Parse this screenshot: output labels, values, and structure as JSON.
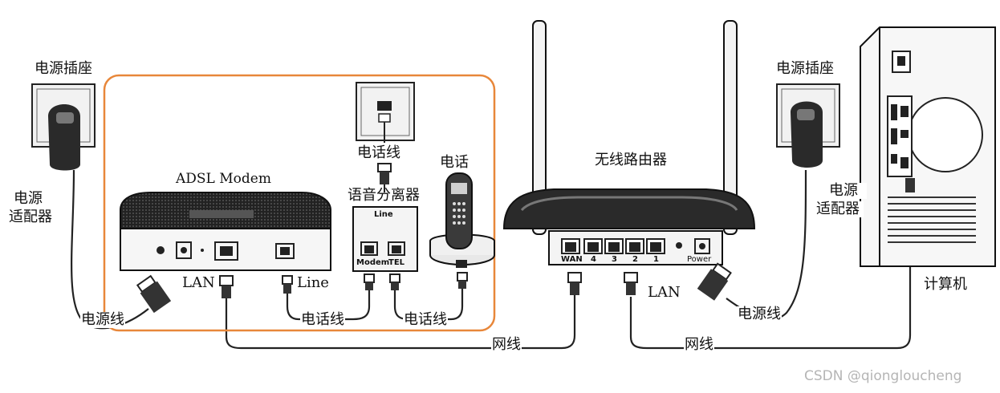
{
  "labels": {
    "power_socket_left": "电源插座",
    "power_adapter_left_1": "电源",
    "power_adapter_left_2": "适配器",
    "power_cord_left": "电源线",
    "modem_title": "ADSL Modem",
    "modem_lan": "LAN",
    "modem_line": "Line",
    "wall_phone_line": "电话线",
    "splitter_title": "语音分离器",
    "splitter_line_port": "Line",
    "splitter_modem_port": "Modem",
    "splitter_tel_port": "TEL",
    "phone_title": "电话",
    "phone_line_modem": "电话线",
    "phone_line_tel": "电话线",
    "router_title": "无线路由器",
    "router_wan": "WAN",
    "router_port_4": "4",
    "router_port_3": "3",
    "router_port_2": "2",
    "router_port_1": "1",
    "router_power": "Power",
    "router_lan": "LAN",
    "power_socket_right": "电源插座",
    "power_adapter_right_1": "电源",
    "power_adapter_right_2": "适配器",
    "power_cord_right": "电源线",
    "computer": "计算机",
    "network_cable_left": "网线",
    "network_cable_right": "网线",
    "watermark": "CSDN @qiongloucheng"
  },
  "colors": {
    "highlight_box": "#e8873a",
    "line": "#222222",
    "device_fill": "#f4f4f4"
  }
}
